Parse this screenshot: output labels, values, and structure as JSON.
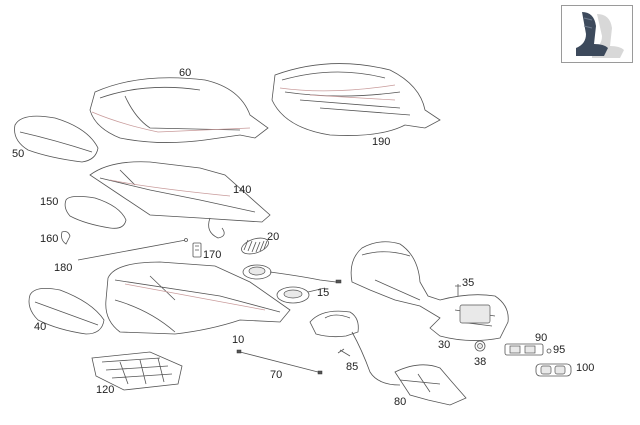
{
  "labels": {
    "p60": "60",
    "p190": "190",
    "p50": "50",
    "p140": "140",
    "p150": "150",
    "p160": "160",
    "p20": "20",
    "p170": "170",
    "p180": "180",
    "p35": "35",
    "p15": "15",
    "p40": "40",
    "p10": "10",
    "p30": "30",
    "p90": "90",
    "p95": "95",
    "p38": "38",
    "p85": "85",
    "p100": "100",
    "p70": "70",
    "p120": "120",
    "p80": "80"
  },
  "colors": {
    "line": "#555555",
    "thumb_seat": "#3d4a5c",
    "thumb_ghost": "#d8d8d8"
  },
  "thumbnail": {
    "icon": "seat-thumbnail-icon"
  }
}
